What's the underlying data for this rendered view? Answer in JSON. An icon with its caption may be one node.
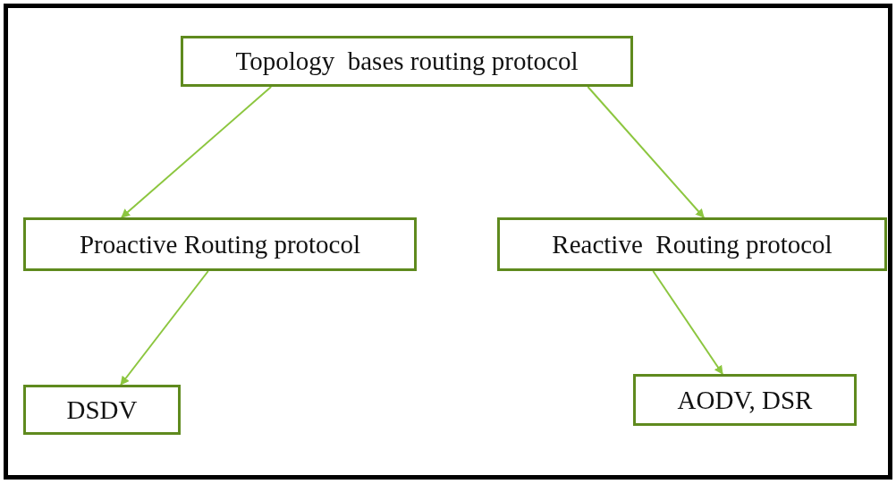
{
  "diagram": {
    "nodes": [
      {
        "text": [
          "Topology  bases routing protocol"
        ]
      },
      {
        "text": [
          "Proactive Routing protocol"
        ]
      },
      {
        "text": [
          "Reactive  Routing protocol"
        ]
      },
      {
        "text": [
          "DSDV"
        ]
      },
      {
        "text": [
          "AODV, DSR"
        ]
      }
    ],
    "edges": [
      {
        "from": 0,
        "to": 1,
        "arrow": "to"
      },
      {
        "from": 0,
        "to": 2,
        "arrow": "to"
      },
      {
        "from": 1,
        "to": 3,
        "arrow": "to"
      },
      {
        "from": 2,
        "to": 4,
        "arrow": "to"
      }
    ]
  }
}
